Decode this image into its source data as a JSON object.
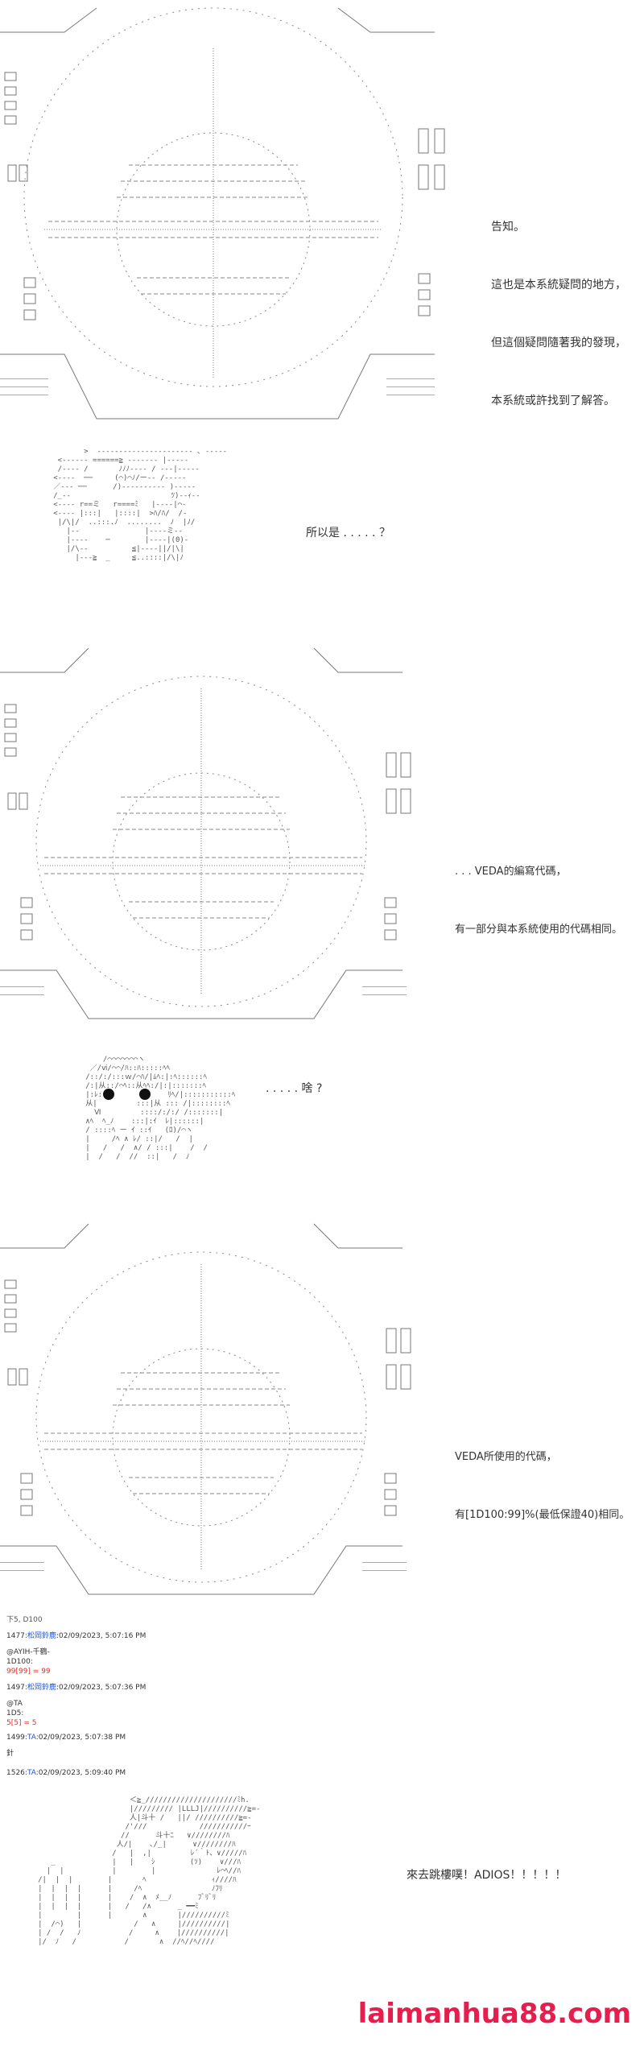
{
  "scope_panels": [
    {
      "text_lines": [
        "告知。",
        "這也是本系統疑問的地方，",
        "但這個疑問隨著我的發現，",
        "本系統或許找到了解答。"
      ]
    },
    {
      "text_lines": [
        ". . . VEDA的編寫代碼，",
        "有一部分與本系統使用的代碼相同。"
      ]
    },
    {
      "text_lines": [
        "VEDA所使用的代碼，",
        "有[1D100:99]%(最低保證40)相同。"
      ]
    }
  ],
  "dialog_1": "所以是 . . . . . ？",
  "dialog_2": ". . . . . 啥 ?",
  "dice_header": "下5, D100",
  "posts": [
    {
      "id": "1477",
      "name": "松岡鈴鹿",
      "time": ":02/09/2023, 5:07:16 PM",
      "line1": "@AYIH-千鶴-",
      "line2": "1D100:",
      "result": "99[99] = 99"
    },
    {
      "id": "1497",
      "name": "松岡鈴鹿",
      "time": ":02/09/2023, 5:07:36 PM",
      "line1": "@TA",
      "line2": "1D5:",
      "result": "5[5] = 5"
    },
    {
      "id": "1499",
      "name": "TA",
      "time": ":02/09/2023, 5:07:38 PM",
      "line1": "針",
      "line2": "",
      "result": ""
    },
    {
      "id": "1526",
      "name": "TA",
      "time": ":02/09/2023, 5:09:40 PM",
      "line1": "",
      "line2": "",
      "result": ""
    }
  ],
  "final_text": "來去跳樓噗！ADIOS！！！！！",
  "watermark": "laimanhua88.com",
  "colors": {
    "nick": "#2255cc",
    "dice_red": "#e0302a",
    "watermark": "#e61e4d"
  }
}
